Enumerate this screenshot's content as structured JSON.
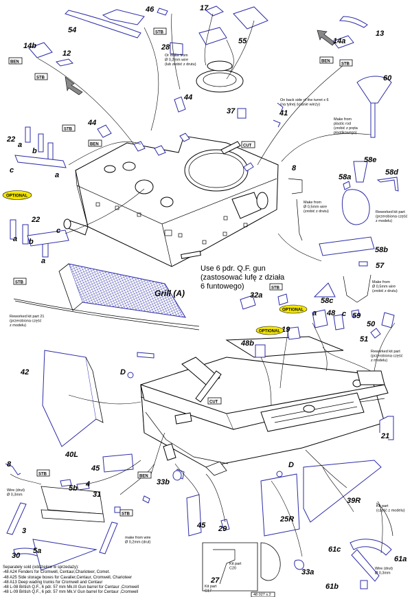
{
  "parts": {
    "p46": "46",
    "p17": "17",
    "p54": "54",
    "p28": "28",
    "p55": "55",
    "p14a": "14a",
    "p13": "13",
    "p14b": "14b",
    "p12": "12",
    "p60": "60",
    "p44a": "44",
    "p37": "37",
    "p41": "41",
    "p44b": "44",
    "p22a": "22",
    "p8a": "8",
    "p58e": "58e",
    "p58a": "58a",
    "p58d": "58d",
    "p22b": "22",
    "p58b": "58b",
    "p57": "57",
    "p58c": "58c",
    "grill": "Grill (A)",
    "p21a": "21",
    "p32a": "32a",
    "p48": "48",
    "p59": "59",
    "p50": "50",
    "p51": "51",
    "p19": "19",
    "p48b": "48b",
    "p42": "42",
    "pD1": "D",
    "pD2": "D",
    "p40L": "40L",
    "p21b": "21",
    "p8b": "8",
    "p45a": "45",
    "p5b": "5b",
    "p4": "4",
    "p31": "31",
    "p33b": "33b",
    "p39R": "39R",
    "p45b": "45",
    "p3": "3",
    "p29": "29",
    "p25R": "25R",
    "p30": "30",
    "p5a": "5a",
    "p27": "27",
    "p33a": "33a",
    "p61c": "61c",
    "p61a": "61a",
    "p61b": "61b"
  },
  "letters": {
    "a1": "a",
    "b1": "b",
    "c1": "c",
    "a2": "a",
    "a3": "a",
    "b2": "b",
    "c2": "c",
    "a4": "a",
    "a5": "a",
    "c3": "c"
  },
  "tags": {
    "stb1": "STB",
    "stb2": "STB",
    "stb3": "STB",
    "stb4": "STB",
    "stb5": "STB",
    "stb6": "STB",
    "stb7": "STB",
    "stb8": "STB",
    "ben1": "BEN",
    "ben2": "BEN",
    "ben3": "BEN",
    "ben4": "BEN",
    "cut1": "CUT",
    "cut2": "CUT",
    "optional1": "OPTIONAL",
    "optional2": "OPTIONAL",
    "optional3": "OPTIONAL"
  },
  "notes": {
    "wire28": [
      "Or make from",
      "Ø 0,2mm wire",
      "(lub zrobić z drutu)"
    ],
    "turret": [
      "On back side of the turret x 6",
      "(na tylnej ścianie wieży)"
    ],
    "rod60": [
      "Make from",
      "plastic rod",
      "(zrobić z pręta",
      "plastikowego)"
    ],
    "wire58": [
      "Make from",
      "Ø 0,5mm wire",
      "(zrobić z drutu)"
    ],
    "rework58": [
      "Reworked kit part",
      "(przerobiona część",
      "z modelu)"
    ],
    "wire57": [
      "Make from",
      "Ø 0,5mm wire",
      "(zrobić z drutu)"
    ],
    "gun": [
      "Use 6 pdr. Q.F. gun",
      "(zastosować lufę z działa",
      "6 funtowego)"
    ],
    "rework21": [
      "Reworked kit part 21",
      "(przerobiona część",
      "z modelu)"
    ],
    "rework50": [
      "Reworked kit part",
      "(przerobiona część",
      "z modelu)"
    ],
    "wire8": [
      "Wire (drut)",
      "Ø 0,3mm"
    ],
    "wire3": [
      "make from wire",
      "Ø 0,2mm (drut)"
    ],
    "kit61": [
      "Kit part",
      "(część z modelu)"
    ],
    "wire61": [
      "Wire (drut)",
      "Ø 0,3mm"
    ],
    "kitC20": [
      "Kit part",
      "C20"
    ],
    "kitC17": [
      "Kit part",
      "C17"
    ],
    "code": "48 027 s.2"
  },
  "footer": [
    "Separately sold (oddzielnie w sprzedaży):",
    "-48 A24 Fenders for Cromwell, Centaur,Charioteer, Comet.",
    "-48 A25 Side storage boxes for Cavalier,Centaur, Cromwell, Charioteer",
    "-48 A13 Deep wading trunks for Cromwell and Centaur",
    "-48 L-08 British Q.F., 6 pdr. 57 mm Mk.III Gun barrel for Centaur ,Cromwell",
    "-48 L-09 British Q.F., 6 pdr. 57 mm Mk.V Gun barrel for Centaur ,Cromwell"
  ],
  "colors": {
    "part": "#2a2aa8",
    "optional": "#f3e600",
    "line": "#000000"
  }
}
